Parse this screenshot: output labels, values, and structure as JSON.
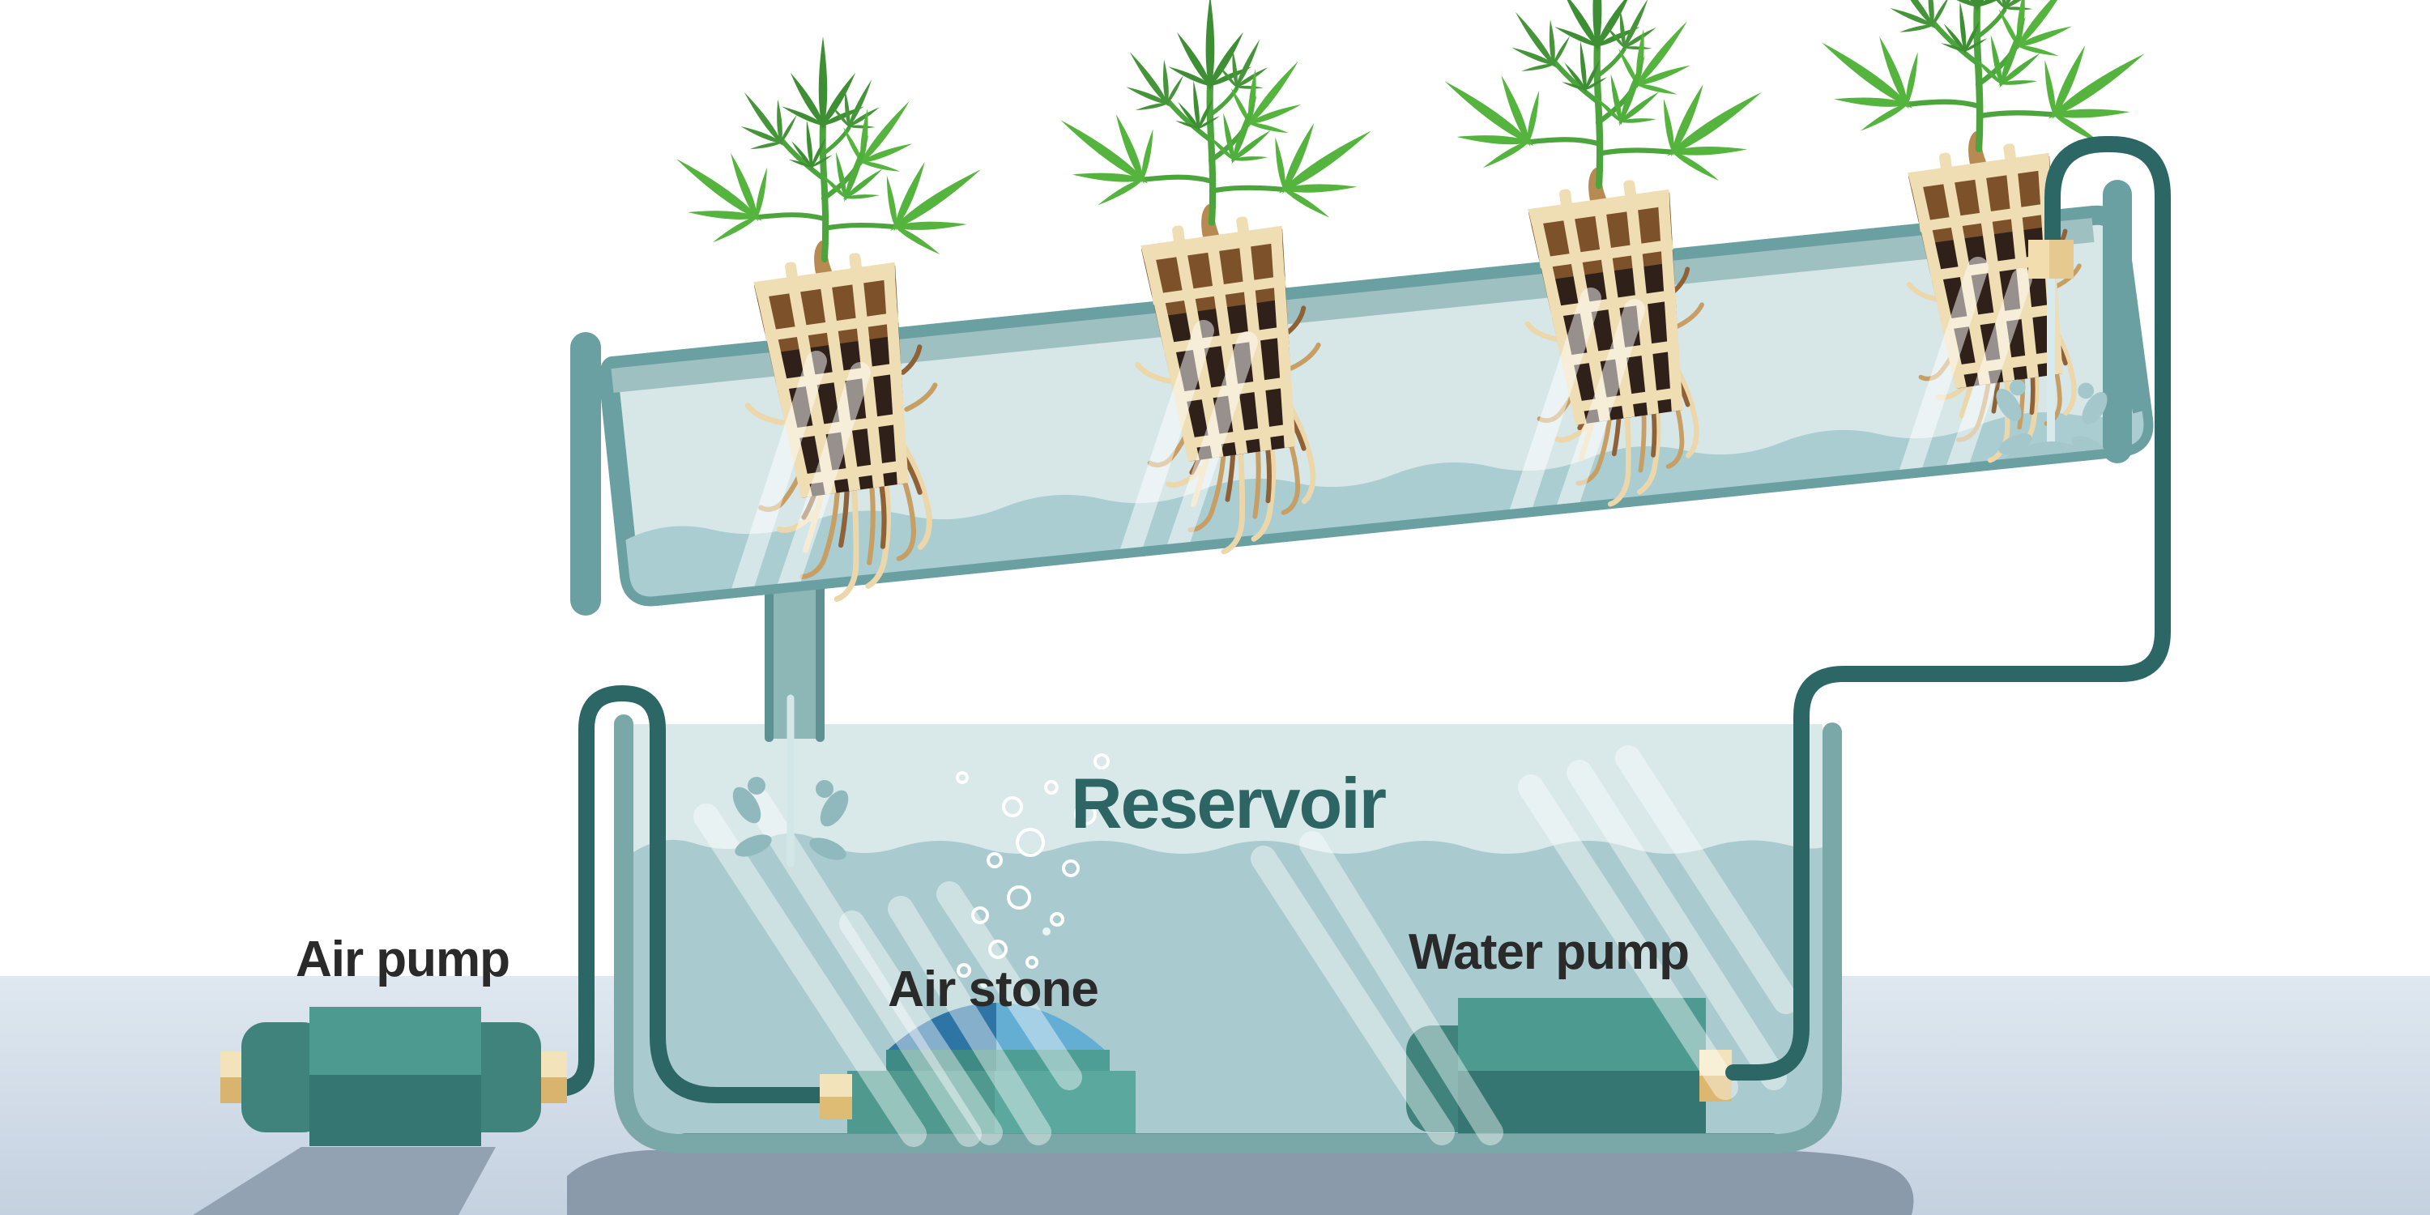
{
  "diagram": {
    "type": "hydroponics-system-infographic",
    "labels": {
      "reservoir": "Reservoir",
      "air_pump": "Air pump",
      "air_stone": "Air stone",
      "water_pump": "Water pump"
    },
    "plant_count": 4,
    "components": [
      "grow-channel",
      "net-pots-with-roots",
      "reservoir-tank",
      "air-pump",
      "air-stone",
      "water-pump",
      "air-tube",
      "water-tube",
      "drain-pipe",
      "water-inlet-connector"
    ],
    "colors": {
      "title_teal": "#2c6563",
      "label_black": "#2a2a2a",
      "tube_dark_teal": "#2c6665",
      "channel_border": "#6aa0a1",
      "channel_rim": "#9fc0c1",
      "channel_interior": "#d7e7e8",
      "channel_water": "#a9cdd1",
      "reservoir_interior": "#d9e8e9",
      "reservoir_water": "#a9cbcf",
      "reservoir_wall": "#7aa7a8",
      "reservoir_bottom": "#5f9697",
      "pump_teal_light": "#4d9a91",
      "pump_teal_dark": "#357672",
      "pump_capsule": "#3f837c",
      "connector_beige_light": "#f3e3ba",
      "connector_beige_dark": "#ddb76f",
      "leaf_green_bright": "#55b43d",
      "leaf_green_dark": "#3e8f33",
      "pot_lattice": "#efddb4",
      "pot_brown": "#7d5129",
      "pot_dark": "#2f2119",
      "root_light": "#ecd7ab",
      "root_mid": "#c79e63",
      "root_dark": "#8f6136",
      "air_stone_dome_left": "#2e75a6",
      "air_stone_dome_right": "#64aed3",
      "floor_top": "#dfe8f0",
      "floor_bottom": "#c4d1e0",
      "shadow": "#8b9aaa"
    }
  }
}
